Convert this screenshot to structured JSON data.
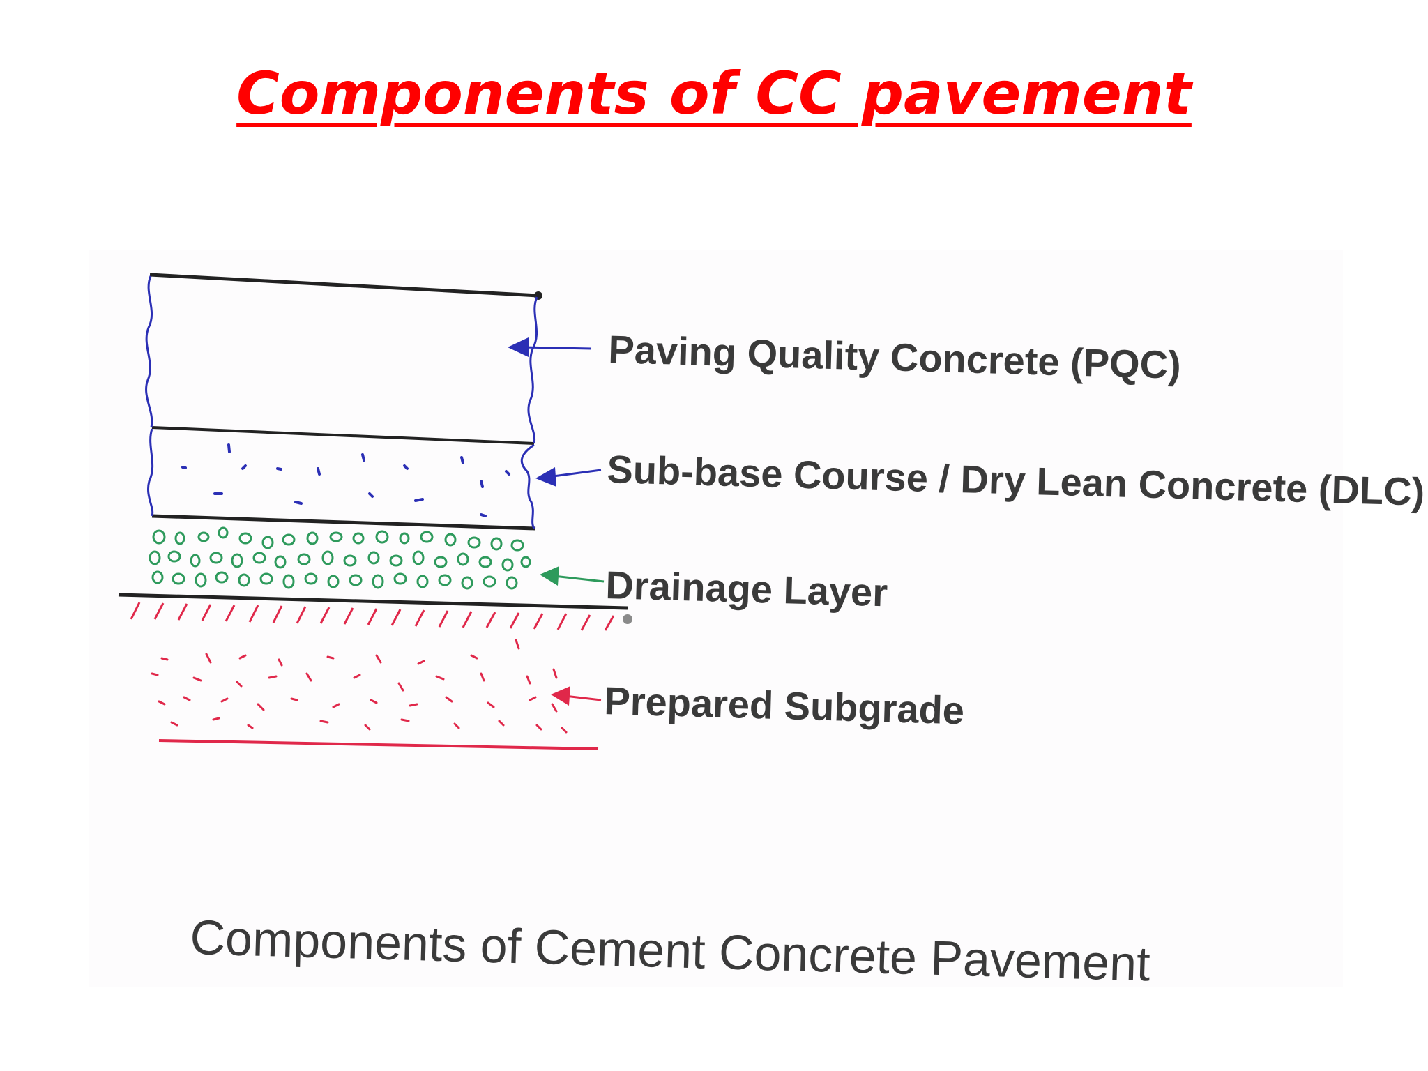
{
  "title": "Components of CC pavement",
  "layers": [
    {
      "name": "pqc",
      "label": "Paving Quality Concrete (PQC)",
      "color": "#2b2fb5"
    },
    {
      "name": "dlc",
      "label": "Sub-base Course / Dry Lean Concrete (DLC)",
      "color": "#2b2fb5"
    },
    {
      "name": "drainage",
      "label": "Drainage Layer",
      "color": "#2e9a5c"
    },
    {
      "name": "subgrade",
      "label": "Prepared Subgrade",
      "color": "#e0284a"
    }
  ],
  "caption": "Components of Cement Concrete Pavement",
  "colors": {
    "title": "#ff0000",
    "outline": "#222222",
    "label_text": "#3a3a3a"
  }
}
